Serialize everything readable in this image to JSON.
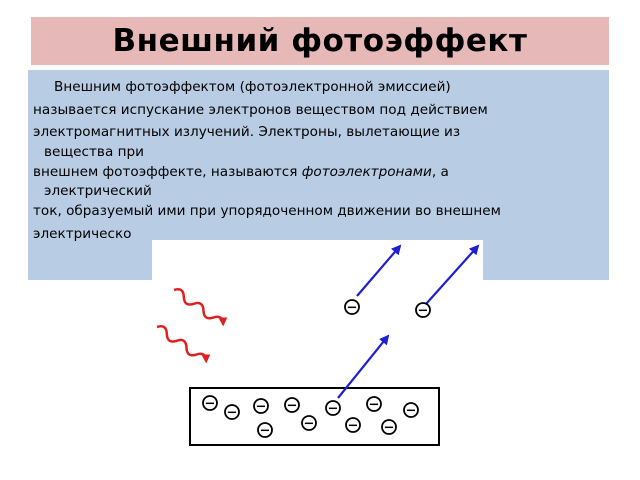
{
  "slide": {
    "title": "Внешний фотоэффект",
    "paragraph": {
      "line1": "Внешним фотоэффектом (фотоэлектронной эмиссией)",
      "line2": "называется испускание электронов веществом под действием",
      "line3": "электромагнитных излучений. Электроны, вылетающие из",
      "line4": "вещества при",
      "line5_before": "внешнем фотоэффекте, называются ",
      "line5_emphasis": "фотоэлектронами",
      "line5_after": ", а",
      "line6": "электрический",
      "line7": "ток, образуемый ими при упорядоченном движении во внешнем",
      "line8": "электрическо"
    }
  },
  "diagram": {
    "electron_symbol": "−",
    "colors": {
      "title_background": "#e6b9b8",
      "text_background": "#b8cce4",
      "arrow": "#1f1fcf",
      "radiation": "#e02020",
      "electron_fill": "#ffffff",
      "outline": "#000000"
    }
  }
}
